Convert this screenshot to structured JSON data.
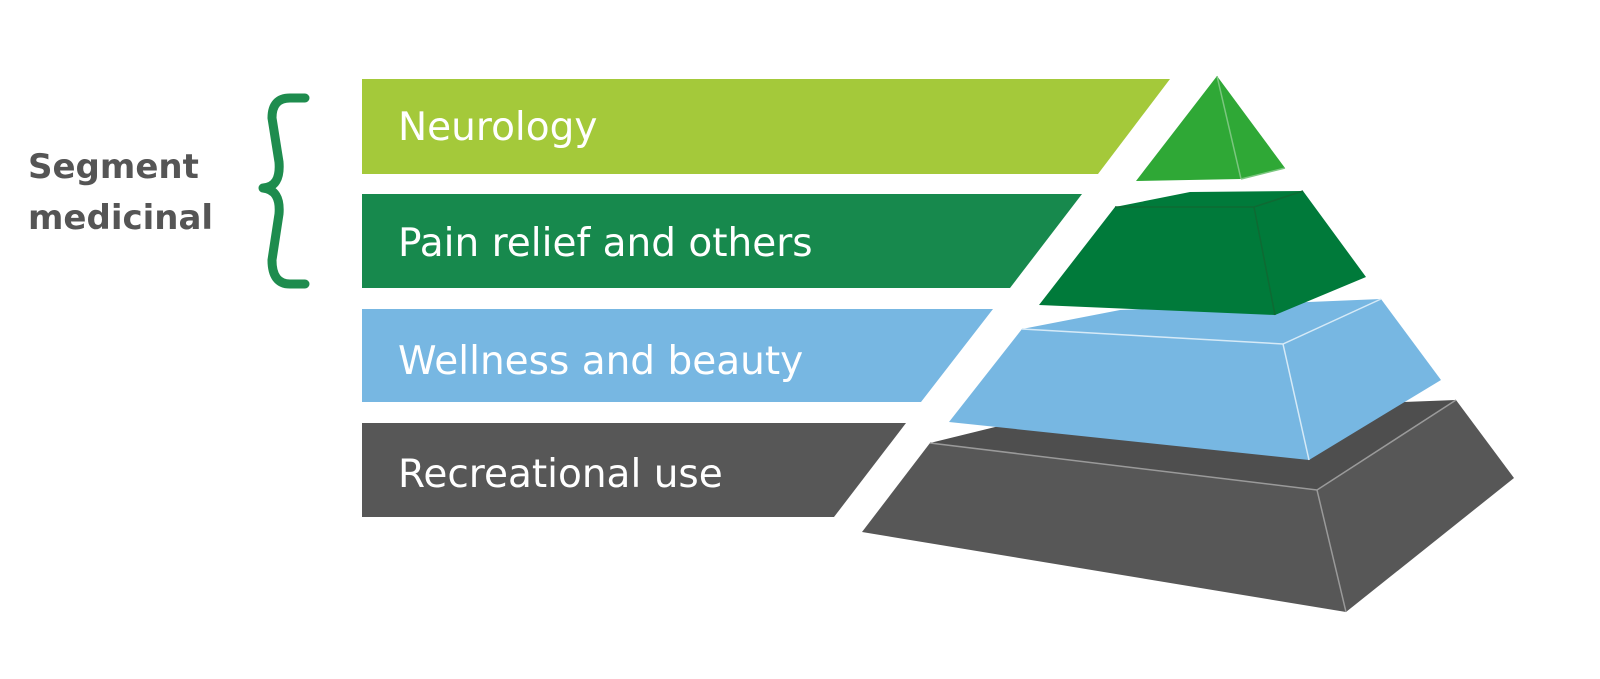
{
  "segment_label": {
    "line1": "Segment",
    "line2": "medicinal"
  },
  "tiers": [
    {
      "label": "Neurology",
      "color": "#A4C93A"
    },
    {
      "label": "Pain relief and others",
      "color": "#17894D"
    },
    {
      "label": "Wellness and beauty",
      "color": "#77B7E2"
    },
    {
      "label": "Recreational use",
      "color": "#575757"
    }
  ],
  "colors": {
    "bracket": "#1E8C4E",
    "segment_text": "#555555",
    "pyramid_top_left": "#2FA836",
    "pyramid_top_right": "#2FA836",
    "pyramid_tier2_front": "#007A3A",
    "pyramid_tier2_top": "#007A3A",
    "pyramid_tier3": "#77B7E2",
    "pyramid_tier4": "#575757"
  }
}
